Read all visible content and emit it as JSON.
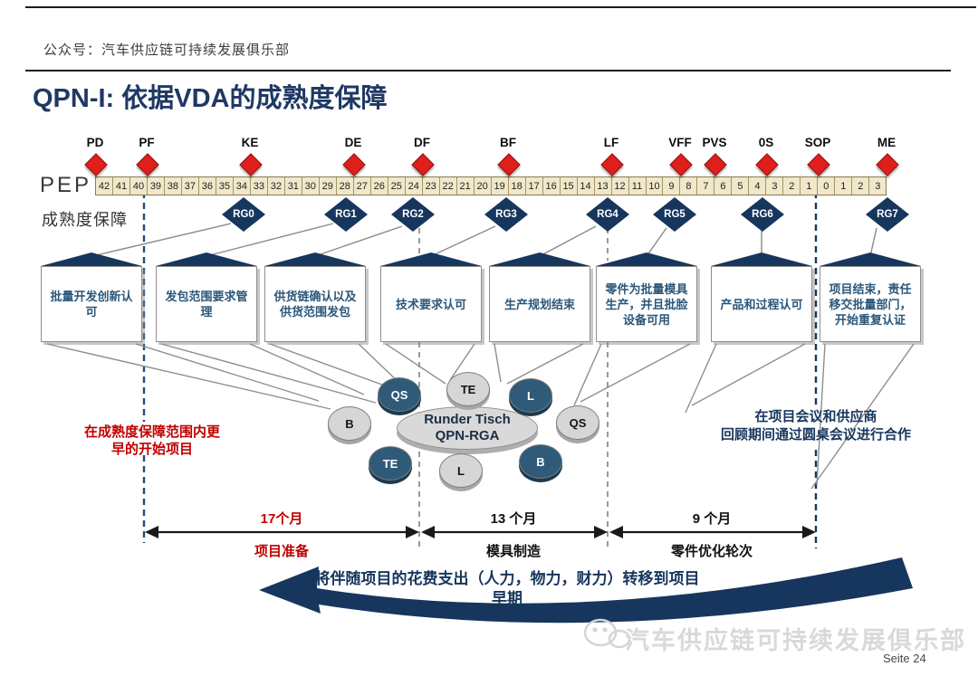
{
  "page": {
    "account_line": "公众号：汽车供应链可持续发展俱乐部",
    "title": "QPN-I: 依据VDA的成熟度保障",
    "watermark": "汽车供应链可持续发展俱乐部",
    "page_number": "Seite 24"
  },
  "colors": {
    "navy": "#17365D",
    "red_diamond": "#DF1F1C",
    "highlight_red": "#C00000",
    "pep_cell_bg": "#F1E7C9",
    "circle_dark": "#2F5B78",
    "circle_light": "#D6D6D6"
  },
  "milestones": [
    "PD",
    "PF",
    "KE",
    "DE",
    "DF",
    "BF",
    "LF",
    "VFF",
    "PVS",
    "0S",
    "SOP",
    "ME"
  ],
  "pep": {
    "label": "PEP",
    "cells": [
      "42",
      "41",
      "40",
      "39",
      "38",
      "37",
      "36",
      "35",
      "34",
      "33",
      "32",
      "31",
      "30",
      "29",
      "28",
      "27",
      "26",
      "25",
      "24",
      "23",
      "22",
      "21",
      "20",
      "19",
      "18",
      "17",
      "16",
      "15",
      "14",
      "13",
      "12",
      "11",
      "10",
      "9",
      "8",
      "7",
      "6",
      "5",
      "4",
      "3",
      "2",
      "1",
      "0",
      "1",
      "2",
      "3"
    ]
  },
  "maturity": {
    "label": "成熟度保障",
    "gates": [
      "RG0",
      "RG1",
      "RG2",
      "RG3",
      "RG4",
      "RG5",
      "RG6",
      "RG7"
    ]
  },
  "boxes": [
    "批量开发创新认可",
    "发包范围要求管理",
    "供货链确认以及供货范围发包",
    "技术要求认可",
    "生产规划结束",
    "零件为批量模具生产，并且批脸设备可用",
    "产品和过程认可",
    "项目结束，责任移交批量部门，开始重复认证"
  ],
  "roundtable": {
    "title_line1": "Runder Tisch",
    "title_line2": "QPN-RGA",
    "satellites": [
      {
        "label": "QS",
        "variant": "dark"
      },
      {
        "label": "TE",
        "variant": "light"
      },
      {
        "label": "L",
        "variant": "dark"
      },
      {
        "label": "B",
        "variant": "light"
      },
      {
        "label": "QS",
        "variant": "light"
      },
      {
        "label": "TE",
        "variant": "dark"
      },
      {
        "label": "L",
        "variant": "light"
      },
      {
        "label": "B",
        "variant": "dark"
      }
    ]
  },
  "notes": {
    "left": "在成熟度保障范围内更早的开始项目",
    "right_line1": "在项目会议和供应商",
    "right_line2": "回顾期间通过圆桌会议进行合作"
  },
  "timeline": {
    "spans": [
      {
        "duration": "17个月",
        "phase": "项目准备"
      },
      {
        "duration": "13 个月",
        "phase": "模具制造"
      },
      {
        "duration": "9 个月",
        "phase": "零件优化轮次"
      }
    ]
  },
  "banner": {
    "line1": "将伴随项目的花费支出（人力，物力，财力）转移到项目",
    "line2": "早期"
  }
}
